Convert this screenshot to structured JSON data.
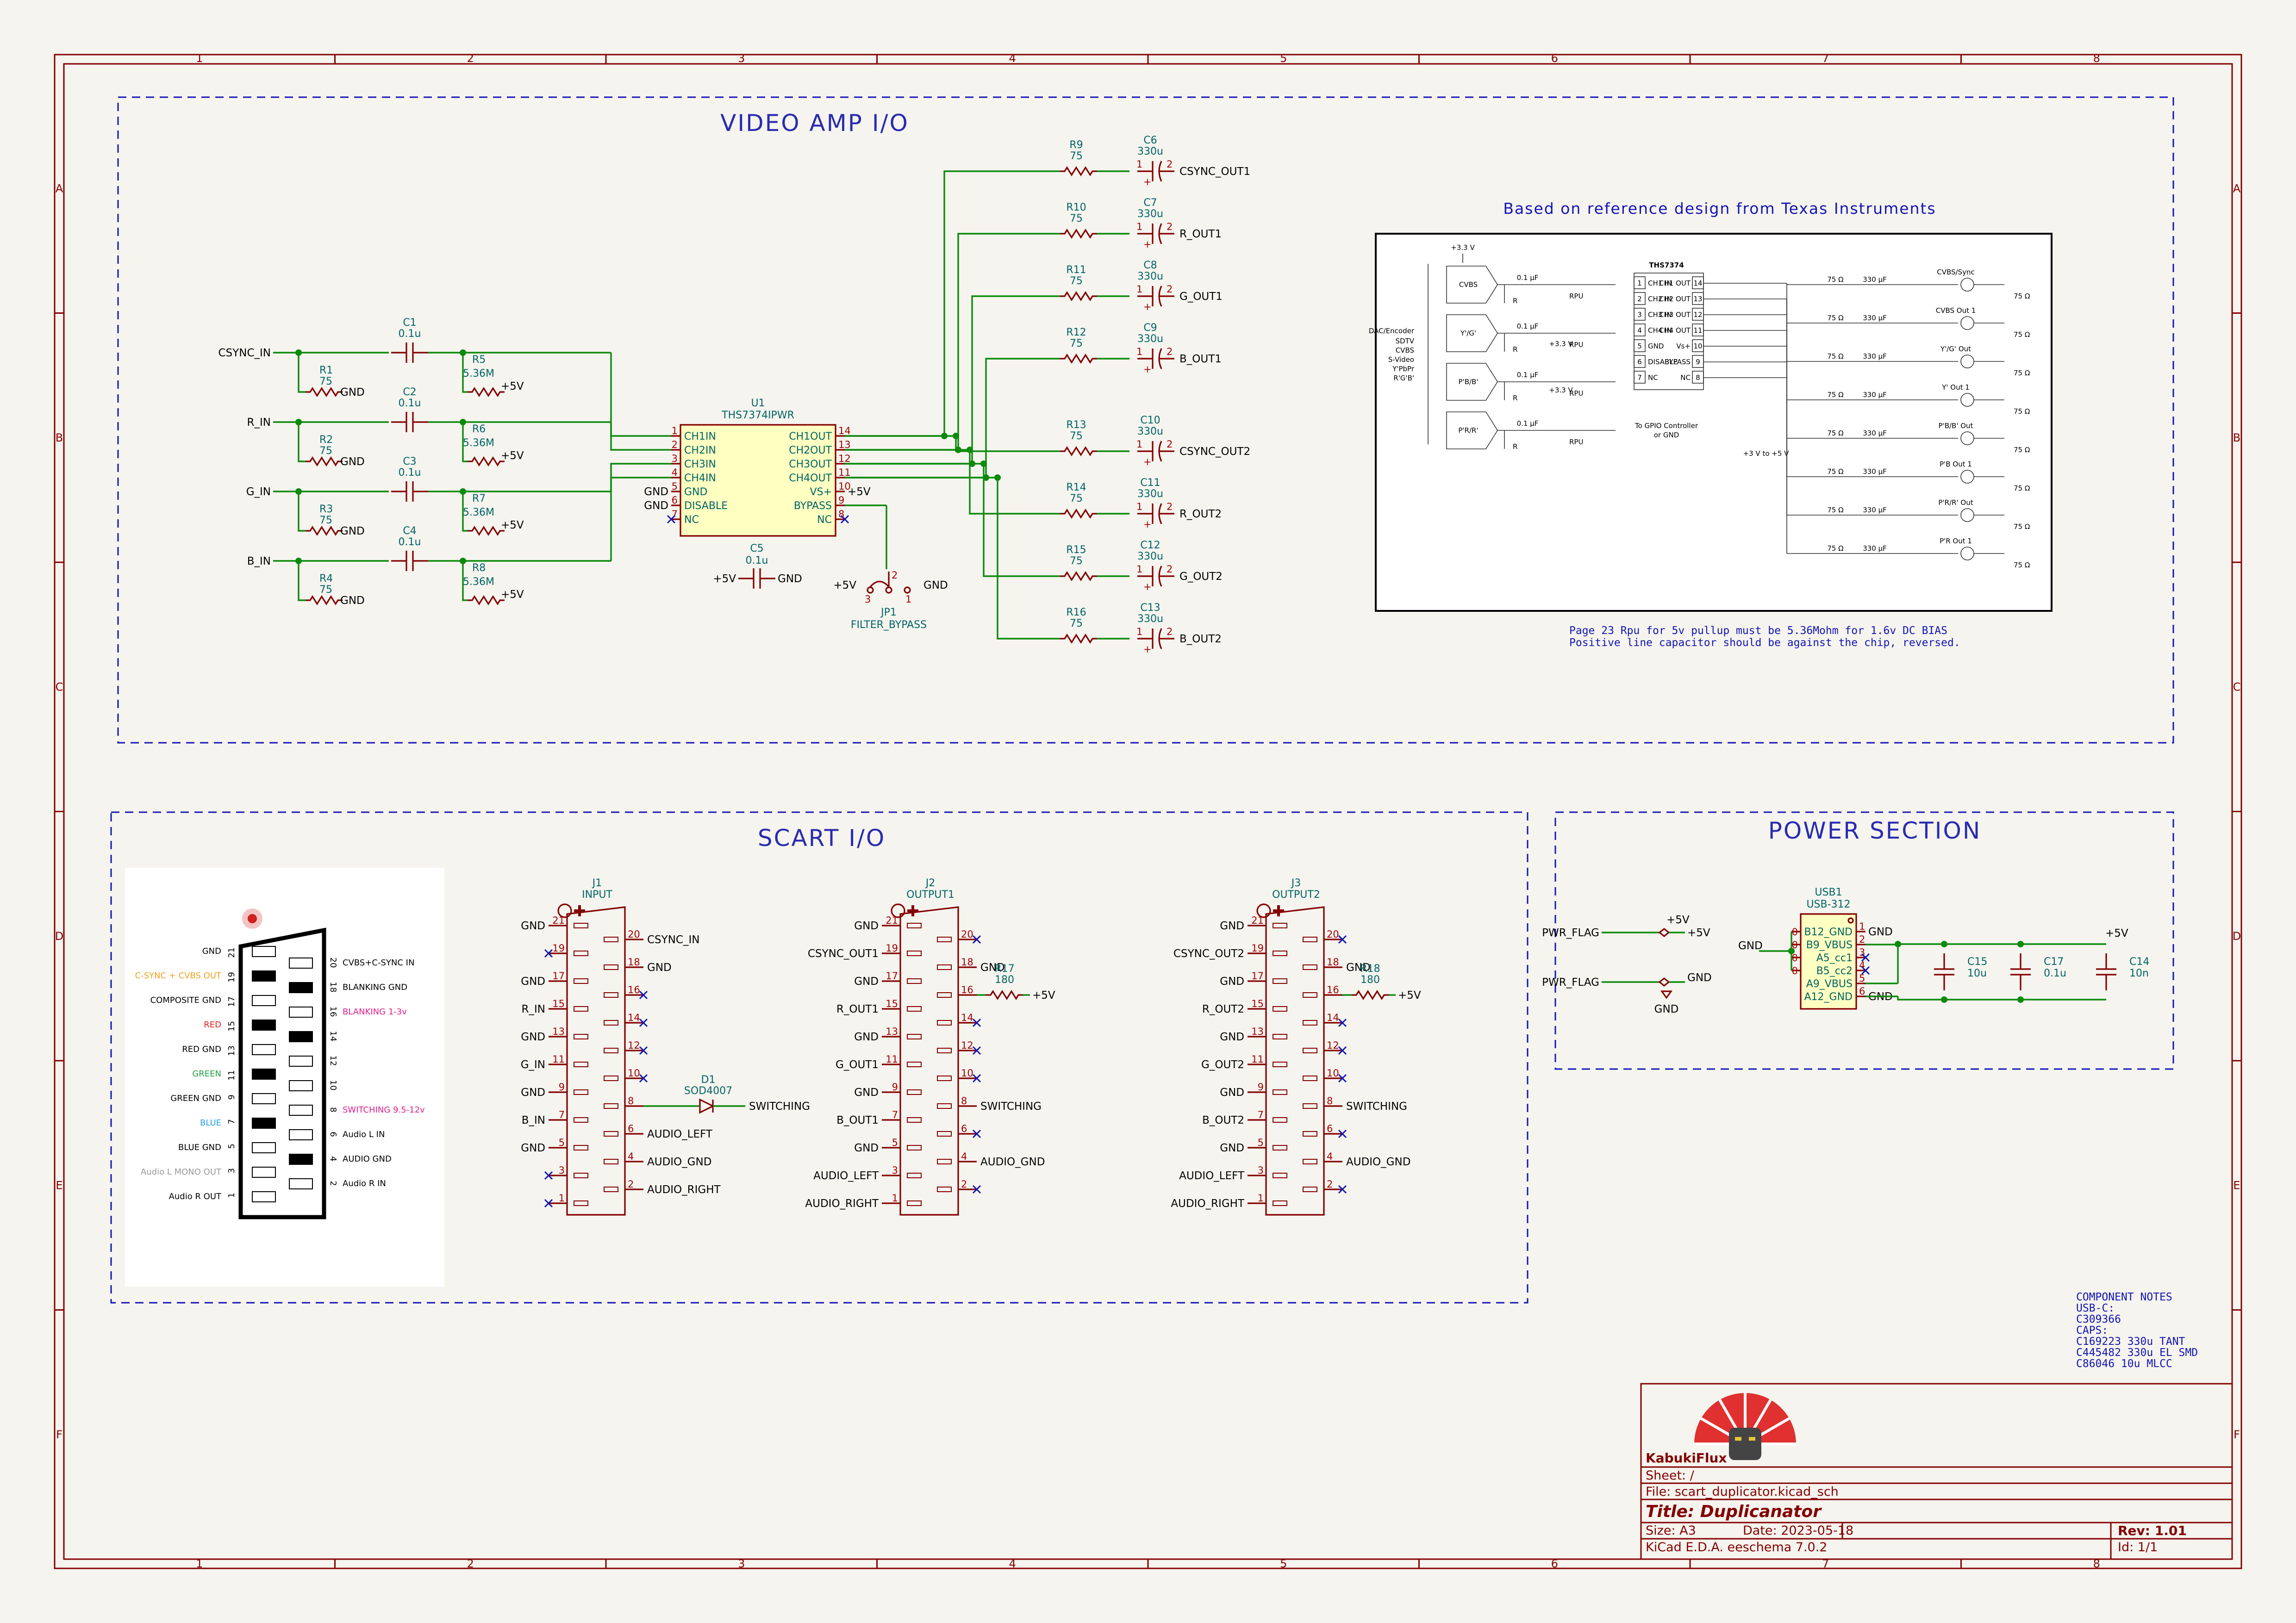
{
  "sections": {
    "video": "VIDEO AMP I/O",
    "scart": "SCART I/O",
    "power": "POWER SECTION"
  },
  "reference": {
    "heading": "Based on reference design from Texas Instruments",
    "note1": "Page 23 Rpu for 5v pullup must be 5.36Mohm for 1.6v DC BIAS",
    "note2": "Positive line capacitor should be against the chip, reversed.",
    "chip": "THS7374",
    "supply": "+3.3 V",
    "source": "DAC/Encoder",
    "source_lines": [
      "SDTV",
      "CVBS",
      "S-Video",
      "Y'PbPr",
      "R'G'B'"
    ],
    "inputs": [
      "CVBS",
      "Y'/G'",
      "P'B/B'",
      "P'R/R'"
    ],
    "pins_left": [
      [
        "1",
        "CH1 IN"
      ],
      [
        "2",
        "CH2 IN"
      ],
      [
        "3",
        "CH3 IN"
      ],
      [
        "4",
        "CH4 IN"
      ],
      [
        "5",
        "GND"
      ],
      [
        "6",
        "DISABLE"
      ],
      [
        "7",
        "NC"
      ]
    ],
    "pins_right": [
      [
        "14",
        "CH1 OUT"
      ],
      [
        "13",
        "CH2 OUT"
      ],
      [
        "12",
        "CH3 OUT"
      ],
      [
        "11",
        "CH4 OUT"
      ],
      [
        "10",
        "Vs+"
      ],
      [
        "9",
        "BYPASS"
      ],
      [
        "8",
        "NC"
      ]
    ],
    "gpio": "To GPIO Controller or GND",
    "supply_range": "+3 V to +5 V",
    "outputs": [
      "CVBS/Sync",
      "CVBS Out 1",
      "Y'/G' Out",
      "Y' Out 1",
      "P'B/B' Out",
      "P'B Out 1",
      "P'R/R' Out",
      "P'R Out 1"
    ],
    "r75": "75 Ω",
    "cap330": "330 μF",
    "cap01": "0.1 μF",
    "rpu": "RPU",
    "r": "R"
  },
  "video_inputs": [
    {
      "net": "CSYNC_IN",
      "cap": "C1",
      "capv": "0.1u",
      "rg": "R1",
      "rgv": "75",
      "rp": "R5",
      "rpv": "5.36M"
    },
    {
      "net": "R_IN",
      "cap": "C2",
      "capv": "0.1u",
      "rg": "R2",
      "rgv": "75",
      "rp": "R6",
      "rpv": "5.36M"
    },
    {
      "net": "G_IN",
      "cap": "C3",
      "capv": "0.1u",
      "rg": "R3",
      "rgv": "75",
      "rp": "R7",
      "rpv": "5.36M"
    },
    {
      "net": "B_IN",
      "cap": "C4",
      "capv": "0.1u",
      "rg": "R4",
      "rgv": "75",
      "rp": "R8",
      "rpv": "5.36M"
    }
  ],
  "power_labels": {
    "gnd": "GND",
    "p5v": "+5V"
  },
  "u1": {
    "ref": "U1",
    "value": "THS7374IPWR",
    "left_pins": [
      [
        "1",
        "CH1IN"
      ],
      [
        "2",
        "CH2IN"
      ],
      [
        "3",
        "CH3IN"
      ],
      [
        "4",
        "CH4IN"
      ],
      [
        "5",
        "GND"
      ],
      [
        "6",
        "DISABLE"
      ],
      [
        "7",
        "NC"
      ]
    ],
    "right_pins": [
      [
        "14",
        "CH1OUT"
      ],
      [
        "13",
        "CH2OUT"
      ],
      [
        "12",
        "CH3OUT"
      ],
      [
        "11",
        "CH4OUT"
      ],
      [
        "10",
        "VS+"
      ],
      [
        "9",
        "BYPASS"
      ],
      [
        "8",
        "NC"
      ]
    ]
  },
  "c5": {
    "ref": "C5",
    "value": "0.1u"
  },
  "jp1": {
    "ref": "JP1",
    "value": "FILTER_BYPASS"
  },
  "video_outputs": [
    {
      "r": "R9",
      "c": "C6",
      "net": "CSYNC_OUT1"
    },
    {
      "r": "R10",
      "c": "C7",
      "net": "R_OUT1"
    },
    {
      "r": "R11",
      "c": "C8",
      "net": "G_OUT1"
    },
    {
      "r": "R12",
      "c": "C9",
      "net": "B_OUT1"
    },
    {
      "r": "R13",
      "c": "C10",
      "net": "CSYNC_OUT2"
    },
    {
      "r": "R14",
      "c": "C11",
      "net": "R_OUT2"
    },
    {
      "r": "R15",
      "c": "C12",
      "net": "G_OUT2"
    },
    {
      "r": "R16",
      "c": "C13",
      "net": "B_OUT2"
    }
  ],
  "out_values": {
    "r": "75",
    "c": "330u"
  },
  "scart_pinout": {
    "left": [
      {
        "num": "21",
        "label": "GND",
        "color": "#000000"
      },
      {
        "num": "19",
        "label": "C-SYNC + CVBS OUT",
        "color": "#f0a020"
      },
      {
        "num": "17",
        "label": "COMPOSITE GND",
        "color": "#000000"
      },
      {
        "num": "15",
        "label": "RED",
        "color": "#e02020"
      },
      {
        "num": "13",
        "label": "RED GND",
        "color": "#000000"
      },
      {
        "num": "11",
        "label": "GREEN",
        "color": "#20a040"
      },
      {
        "num": "9",
        "label": "GREEN GND",
        "color": "#000000"
      },
      {
        "num": "7",
        "label": "BLUE",
        "color": "#20a0e0"
      },
      {
        "num": "5",
        "label": "BLUE GND",
        "color": "#000000"
      },
      {
        "num": "3",
        "label": "Audio L MONO OUT",
        "color": "#999999"
      },
      {
        "num": "1",
        "label": "Audio R OUT",
        "color": "#000000"
      }
    ],
    "right": [
      {
        "num": "20",
        "label": "CVBS+C-SYNC IN",
        "color": "#000000"
      },
      {
        "num": "18",
        "label": "BLANKING GND",
        "color": "#000000"
      },
      {
        "num": "16",
        "label": "BLANKING 1-3v",
        "color": "#e0208a"
      },
      {
        "num": "14",
        "label": "",
        "color": "#000000"
      },
      {
        "num": "12",
        "label": "",
        "color": "#000000"
      },
      {
        "num": "10",
        "label": "",
        "color": "#000000"
      },
      {
        "num": "8",
        "label": "SWITCHING 9.5-12v",
        "color": "#e0208a"
      },
      {
        "num": "6",
        "label": "Audio L IN",
        "color": "#000000"
      },
      {
        "num": "4",
        "label": "AUDIO GND",
        "color": "#000000"
      },
      {
        "num": "2",
        "label": "Audio R IN",
        "color": "#000000"
      }
    ]
  },
  "connectors": [
    {
      "ref": "J1",
      "value": "INPUT",
      "left": {
        "21": "GND",
        "19": "",
        "17": "GND",
        "15": "R_IN",
        "13": "GND",
        "11": "G_IN",
        "9": "GND",
        "7": "B_IN",
        "5": "GND",
        "3": "",
        "1": ""
      },
      "right": {
        "20": "CSYNC_IN",
        "18": "GND",
        "16": "",
        "14": "",
        "12": "",
        "10": "",
        "8": "",
        "6": "AUDIO_LEFT",
        "4": "AUDIO_GND",
        "2": "AUDIO_RIGHT"
      }
    },
    {
      "ref": "J2",
      "value": "OUTPUT1",
      "left": {
        "21": "GND",
        "19": "CSYNC_OUT1",
        "17": "GND",
        "15": "R_OUT1",
        "13": "GND",
        "11": "G_OUT1",
        "9": "GND",
        "7": "B_OUT1",
        "5": "GND",
        "3": "AUDIO_LEFT",
        "1": "AUDIO_RIGHT"
      },
      "right": {
        "20": "",
        "18": "GND",
        "16": "",
        "14": "",
        "12": "",
        "10": "",
        "8": "SWITCHING",
        "6": "",
        "4": "AUDIO_GND",
        "2": ""
      }
    },
    {
      "ref": "J3",
      "value": "OUTPUT2",
      "left": {
        "21": "GND",
        "19": "CSYNC_OUT2",
        "17": "GND",
        "15": "R_OUT2",
        "13": "GND",
        "11": "G_OUT2",
        "9": "GND",
        "7": "B_OUT2",
        "5": "GND",
        "3": "AUDIO_LEFT",
        "1": "AUDIO_RIGHT"
      },
      "right": {
        "20": "",
        "18": "GND",
        "16": "",
        "14": "",
        "12": "",
        "10": "",
        "8": "SWITCHING",
        "6": "",
        "4": "AUDIO_GND",
        "2": ""
      }
    }
  ],
  "d1": {
    "ref": "D1",
    "value": "SOD4007",
    "net": "SWITCHING"
  },
  "r17": {
    "ref": "R17",
    "value": "180"
  },
  "r18": {
    "ref": "R18",
    "value": "180"
  },
  "power": {
    "pwr_flag": "PWR_FLAG",
    "usb": {
      "ref": "USB1",
      "value": "USB-312",
      "pins": [
        [
          "1",
          "B12_GND"
        ],
        [
          "2",
          "B9_VBUS"
        ],
        [
          "3",
          "A5_cc1"
        ],
        [
          "4",
          "B5_cc2"
        ],
        [
          "5",
          "A9_VBUS"
        ],
        [
          "6",
          "A12_GND"
        ]
      ]
    },
    "caps": [
      {
        "ref": "C15",
        "value": "10u"
      },
      {
        "ref": "C17",
        "value": "0.1u"
      },
      {
        "ref": "C14",
        "value": "10n"
      }
    ]
  },
  "component_notes": [
    "COMPONENT NOTES",
    "USB-C:",
    "C309366",
    "CAPS:",
    "C169223 330u TANT",
    "C445482 330u EL SMD",
    "C86046  10u  MLCC"
  ],
  "titleblock": {
    "company": "KabukiFlux",
    "sheet": "Sheet: /",
    "file": "File: scart_duplicator.kicad_sch",
    "title": "Title: Duplicanator",
    "size": "Size: A3",
    "date": "Date: 2023-05-18",
    "rev": "Rev: 1.01",
    "tool": "KiCad E.D.A.  eeschema 7.0.2",
    "id": "Id: 1/1"
  },
  "grid_cols": [
    "1",
    "2",
    "3",
    "4",
    "5",
    "6",
    "7",
    "8"
  ],
  "grid_rows": [
    "A",
    "B",
    "C",
    "D",
    "E",
    "F"
  ]
}
